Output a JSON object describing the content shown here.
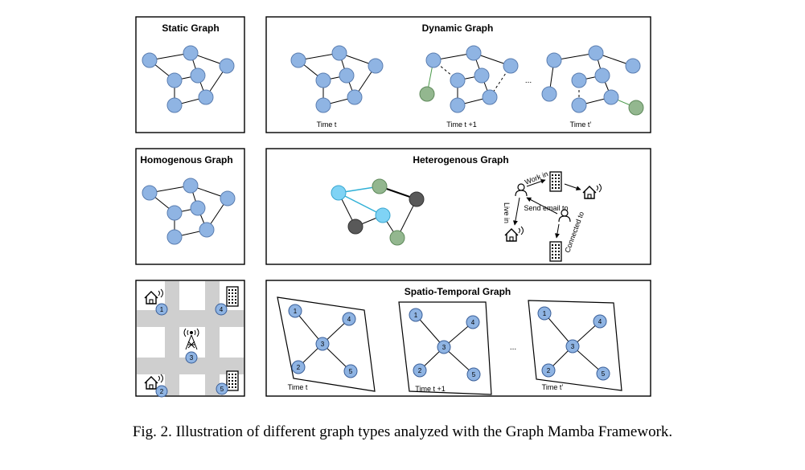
{
  "panels": {
    "static": {
      "title": "Static Graph"
    },
    "dynamic": {
      "title": "Dynamic Graph",
      "time_labels": [
        "Time t",
        "Time t +1",
        "Time t’"
      ],
      "ellipsis": "..."
    },
    "homogenous": {
      "title": "Homogenous Graph"
    },
    "heterogenous": {
      "title": "Heterogenous Graph",
      "relations": {
        "work_in": "Work in",
        "live_in": "Live in",
        "send_email": "Send email to",
        "connected_to": "Connected to"
      }
    },
    "spatial": {
      "node_numbers": [
        "1",
        "2",
        "3",
        "4",
        "5"
      ]
    },
    "spatio_temporal": {
      "title": "Spatio-Temporal Graph",
      "time_labels": [
        "Time t",
        "Time t +1",
        "Time t’"
      ],
      "ellipsis": "..."
    }
  },
  "colors": {
    "node_blue": "#8fb4e3",
    "node_green": "#93b78f",
    "node_cyan": "#7fd3f5",
    "node_dark": "#595959",
    "road_gray": "#cfcfcf"
  },
  "caption": "Fig. 2.  Illustration of different graph types analyzed with the Graph Mamba Framework."
}
